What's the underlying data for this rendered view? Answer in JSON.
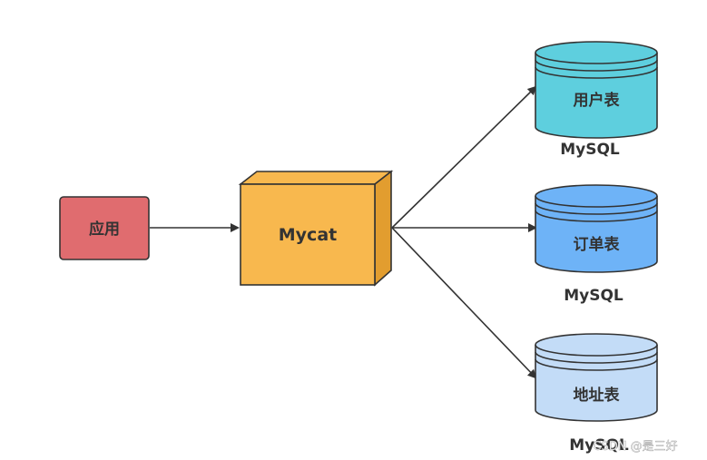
{
  "diagram": {
    "app": {
      "label": "应用",
      "color": "#e06c6f"
    },
    "middleware": {
      "label": "Mycat",
      "front_color": "#f8b84e",
      "side_color": "#e29d2f"
    },
    "databases": [
      {
        "table": "用户表",
        "caption": "MySQL",
        "color": "#5ecfde",
        "dark": "#3eb8c8"
      },
      {
        "table": "订单表",
        "caption": "MySQL",
        "color": "#6eb3f7",
        "dark": "#4f99e6"
      },
      {
        "table": "地址表",
        "caption": "MySQL",
        "color": "#c3dcf7",
        "dark": "#a9c8ee"
      }
    ],
    "watermark": "CSDN @是三好",
    "stroke_color": "#333333"
  }
}
